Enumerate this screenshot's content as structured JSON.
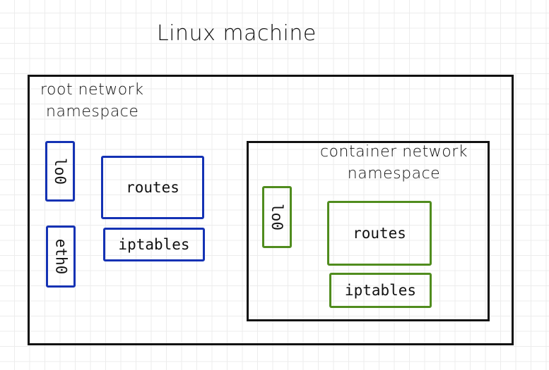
{
  "title": "Linux machine",
  "colors": {
    "outline": "#111111",
    "root_namespace_accent": "#1432b4",
    "container_namespace_accent": "#508c1e",
    "grid": "#ececec"
  },
  "root_namespace": {
    "label_line1": "root network",
    "label_line2": "namespace",
    "interfaces": [
      "lo0",
      "eth0"
    ],
    "routes_label": "routes",
    "iptables_label": "iptables"
  },
  "container_namespace": {
    "label_line1": "container network",
    "label_line2": "namespace",
    "interfaces": [
      "lo0"
    ],
    "routes_label": "routes",
    "iptables_label": "iptables"
  }
}
